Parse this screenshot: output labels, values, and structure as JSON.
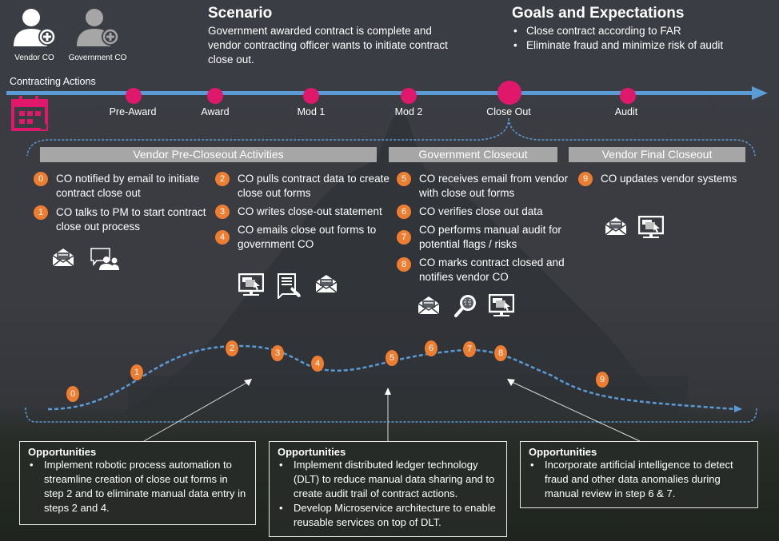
{
  "roles": [
    {
      "label": "Vendor CO",
      "icon": "user-add-icon",
      "color": "#ffffff"
    },
    {
      "label": "Government CO",
      "icon": "user-add-icon",
      "color": "#a6a6a6"
    }
  ],
  "scenario": {
    "title": "Scenario",
    "body": "Government awarded contract is complete and vendor contracting officer wants to initiate contract close out."
  },
  "goals": {
    "title": "Goals and Expectations",
    "items": [
      "Close contract according to FAR",
      "Eliminate fraud and minimize risk of audit"
    ]
  },
  "timeline": {
    "label": "Contracting Actions",
    "icon": "calendar-icon",
    "line_color": "#5b9bd5",
    "milestone_color": "#e0186c",
    "milestones": [
      {
        "label": "Pre-Award",
        "highlighted": false
      },
      {
        "label": "Award",
        "highlighted": false
      },
      {
        "label": "Mod 1",
        "highlighted": false
      },
      {
        "label": "Mod 2",
        "highlighted": false
      },
      {
        "label": "Close Out",
        "highlighted": true
      },
      {
        "label": "Audit",
        "highlighted": false
      }
    ]
  },
  "phases": [
    {
      "title": "Vendor Pre-Closeout Activities",
      "steps": [
        {
          "num": "0",
          "text": "CO notified by email to initiate contract close out"
        },
        {
          "num": "1",
          "text": "CO talks to PM to start contract close out process"
        },
        {
          "num": "2",
          "text": "CO pulls contract data to create close out forms"
        },
        {
          "num": "3",
          "text": "CO writes close-out statement"
        },
        {
          "num": "4",
          "text": "CO emails close out forms to government CO"
        }
      ],
      "icons": [
        "email-icon",
        "meeting-icon",
        "computer-icon",
        "document-edit-icon",
        "email-icon"
      ]
    },
    {
      "title": "Government Closeout",
      "steps": [
        {
          "num": "5",
          "text": "CO receives email from vendor with close out forms"
        },
        {
          "num": "6",
          "text": "CO verifies close out data"
        },
        {
          "num": "7",
          "text": "CO performs manual audit for potential flags / risks"
        },
        {
          "num": "8",
          "text": "CO marks contract closed and notifies vendor CO"
        }
      ],
      "icons": [
        "email-icon",
        "magnifier-icon",
        "computer-icon"
      ]
    },
    {
      "title": "Vendor Final Closeout",
      "steps": [
        {
          "num": "9",
          "text": "CO updates vendor systems"
        }
      ],
      "icons": [
        "email-icon",
        "computer-icon"
      ]
    }
  ],
  "process_curve": {
    "step_color": "#ed7d31",
    "line_color": "#5b9bd5",
    "markers": [
      "0",
      "1",
      "2",
      "3",
      "4",
      "5",
      "6",
      "7",
      "8",
      "9"
    ]
  },
  "opportunities": [
    {
      "title": "Opportunities",
      "items": [
        "Implement robotic process automation to streamline creation of close out forms in step 2 and to eliminate manual data entry in steps 2 and 4."
      ]
    },
    {
      "title": "Opportunities",
      "items": [
        "Implement distributed ledger technology (DLT) to reduce manual data sharing and to create audit trail of contract actions.",
        "Develop Microservice architecture to enable reusable services on top of DLT."
      ]
    },
    {
      "title": "Opportunities",
      "items": [
        "Incorporate artificial intelligence to detect fraud and other data anomalies during manual review in step 6 & 7."
      ]
    }
  ]
}
